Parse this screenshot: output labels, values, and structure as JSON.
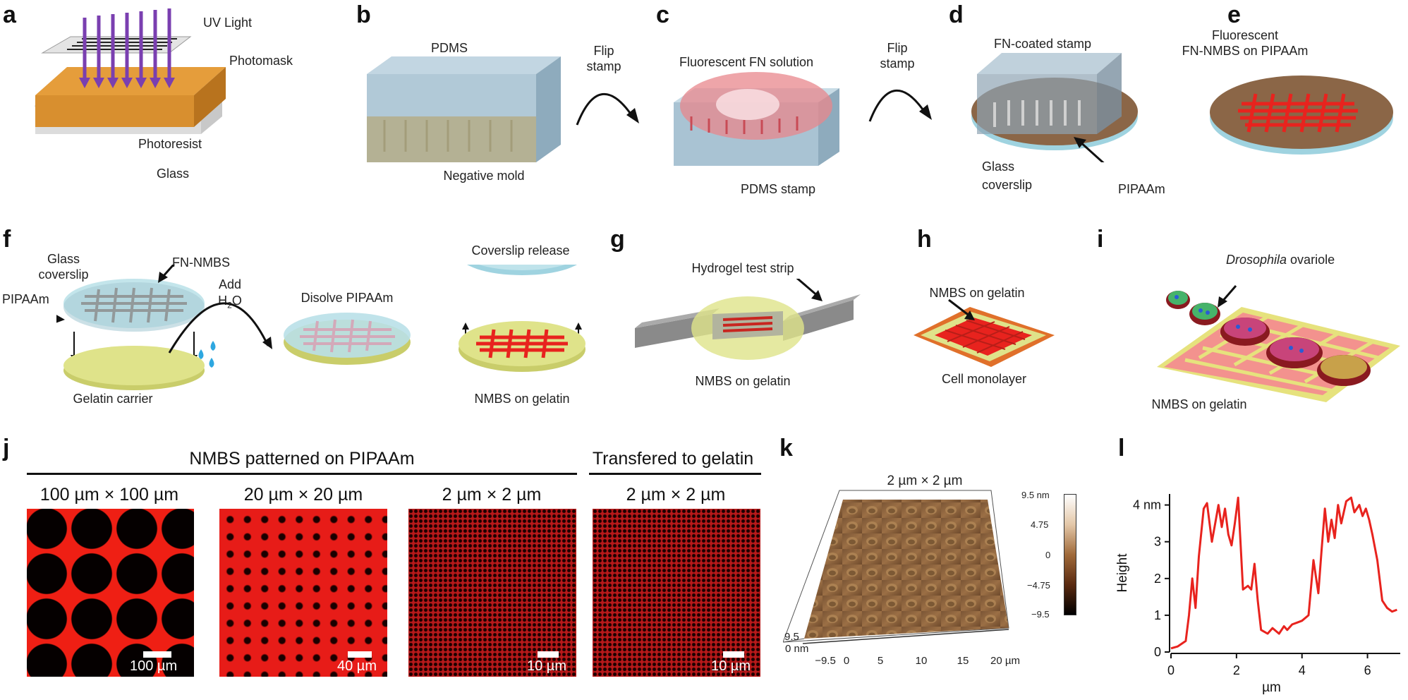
{
  "panels": {
    "a": {
      "label": "a",
      "uv": "UV Light",
      "photomask": "Photomask",
      "photoresist": "Photoresist",
      "glass": "Glass"
    },
    "b": {
      "label": "b",
      "pdms": "PDMS",
      "mold": "Negative mold",
      "flip": [
        "Flip",
        "stamp"
      ]
    },
    "c": {
      "label": "c",
      "solution": "Fluorescent FN solution",
      "stamp": "PDMS stamp",
      "flip": [
        "Flip",
        "stamp"
      ]
    },
    "d": {
      "label": "d",
      "coated": "FN-coated stamp",
      "glass": [
        "Glass",
        "coverslip"
      ],
      "pipaam": "PIPAAm"
    },
    "e": {
      "label": "e",
      "title": [
        "Fluorescent",
        "FN-NMBS on PIPAAm"
      ]
    },
    "f": {
      "label": "f",
      "glass": [
        "Glass",
        "coverslip"
      ],
      "fn_nmbs": "FN-NMBS",
      "pipaam": "PIPAAm",
      "add": "Add",
      "h2o_h": "H",
      "h2o_sub": "2",
      "h2o_o": "O",
      "dissolve": "Disolve PIPAAm",
      "release": "Coverslip release",
      "gelatin": "Gelatin carrier",
      "nmbs_gel": "NMBS on gelatin"
    },
    "g": {
      "label": "g",
      "strip": "Hydrogel test strip",
      "nmbs": "NMBS on gelatin"
    },
    "h": {
      "label": "h",
      "nmbs": "NMBS on gelatin",
      "cells": "Cell monolayer"
    },
    "i": {
      "label": "i",
      "ovariole_italic": "Drosophila",
      "ovariole_rest": " ovariole",
      "nmbs": "NMBS on gelatin"
    },
    "j": {
      "label": "j",
      "group1": "NMBS patterned on PIPAAm",
      "group2": "Transfered to gelatin",
      "images": [
        {
          "title": "100 µm × 100 µm",
          "scale": "100 µm"
        },
        {
          "title": "20 µm × 20 µm",
          "scale": "40 µm"
        },
        {
          "title": "2 µm × 2 µm",
          "scale": "10 µm"
        },
        {
          "title": "2 µm × 2 µm",
          "scale": "10 µm"
        }
      ]
    },
    "k": {
      "label": "k",
      "title": "2 µm × 2 µm",
      "colorbar_ticks": [
        "9.5 nm",
        "4.75",
        "0",
        "−4.75",
        "−9.5"
      ],
      "axis_x": [
        "−9.5",
        "0",
        "5",
        "10",
        "15",
        "20 µm"
      ],
      "axis_z": [
        "9.5",
        "0 nm"
      ]
    },
    "l": {
      "label": "l"
    }
  },
  "colors": {
    "red": "#e8231e",
    "pipaam": "#8b6647",
    "glass": "#9fd3e0",
    "gelatin": "#dfe38a",
    "pdms": "#a9c3d3",
    "photoresist": "#d88f2f",
    "uv": "#7a3fb0"
  },
  "chart_data": {
    "type": "line",
    "title": "",
    "xlabel": "µm",
    "ylabel": "Height",
    "xlim": [
      0,
      7
    ],
    "ylim": [
      0,
      4.3
    ],
    "x_ticks": [
      "0",
      "2",
      "4",
      "6"
    ],
    "y_ticks": [
      "0",
      "1",
      "2",
      "3",
      "4 nm"
    ],
    "series": [
      {
        "x": [
          0,
          0.2,
          0.45,
          0.55,
          0.65,
          0.75,
          0.85,
          1.0,
          1.1,
          1.25,
          1.35,
          1.45,
          1.55,
          1.65,
          1.75,
          1.85,
          1.95,
          2.05,
          2.2,
          2.35,
          2.45,
          2.55,
          2.65,
          2.75,
          2.85,
          2.95,
          3.1,
          3.3,
          3.45,
          3.55,
          3.7,
          3.85,
          4.0,
          4.2,
          4.35,
          4.5,
          4.6,
          4.7,
          4.8,
          4.9,
          5.0,
          5.1,
          5.2,
          5.35,
          5.5,
          5.6,
          5.75,
          5.85,
          5.95,
          6.05,
          6.15,
          6.3,
          6.45,
          6.6,
          6.75,
          6.9
        ],
        "y": [
          0.1,
          0.15,
          0.3,
          1.0,
          2.0,
          1.2,
          2.6,
          3.9,
          4.05,
          3.0,
          3.5,
          4.0,
          3.4,
          3.9,
          3.2,
          2.9,
          3.5,
          4.2,
          1.7,
          1.8,
          1.7,
          2.4,
          1.4,
          0.6,
          0.55,
          0.5,
          0.65,
          0.5,
          0.7,
          0.6,
          0.75,
          0.8,
          0.85,
          1.0,
          2.5,
          1.6,
          2.8,
          3.9,
          3.0,
          3.6,
          3.1,
          4.0,
          3.5,
          4.1,
          4.2,
          3.8,
          4.0,
          3.7,
          3.9,
          3.6,
          3.2,
          2.5,
          1.4,
          1.2,
          1.1,
          1.15
        ]
      }
    ]
  }
}
